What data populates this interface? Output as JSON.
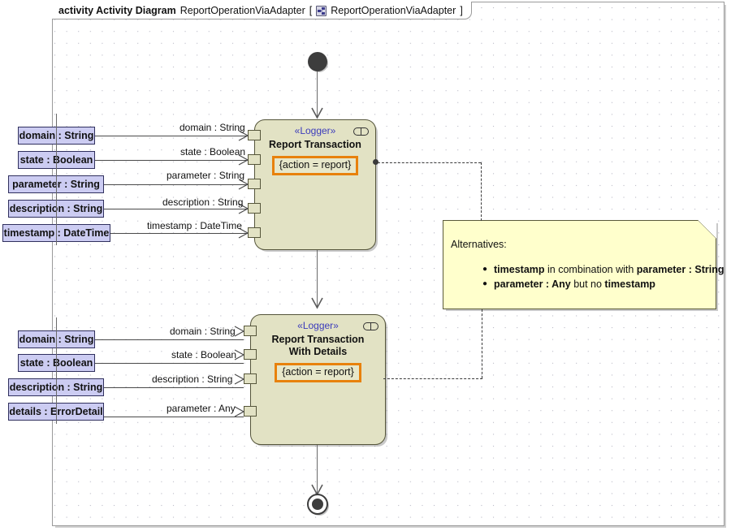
{
  "frame": {
    "keyword": "activity Activity Diagram",
    "name": "ReportOperationViaAdapter",
    "bracket_open": "[",
    "icon": "activity-diagram-icon",
    "qualifier": "ReportOperationViaAdapter",
    "bracket_close": "]"
  },
  "nodes": {
    "initial": "initial-node",
    "final": "final-node",
    "action1": {
      "stereotype": "«Logger»",
      "title": "Report Transaction",
      "tag": "{action = report}",
      "marker": "call-behavior-icon"
    },
    "action2": {
      "stereotype": "«Logger»",
      "title_line1": "Report Transaction",
      "title_line2": "With Details",
      "tag": "{action = report}",
      "marker": "call-behavior-icon"
    }
  },
  "parameters_top": [
    {
      "label": "domain : String",
      "edge": "domain : String"
    },
    {
      "label": "state : Boolean",
      "edge": "state : Boolean"
    },
    {
      "label": "parameter : String",
      "edge": "parameter : String"
    },
    {
      "label": "description : String",
      "edge": "description : String"
    },
    {
      "label": "timestamp : DateTime",
      "edge": "timestamp : DateTime"
    }
  ],
  "parameters_bottom": [
    {
      "label": "domain : String",
      "edge": "domain : String"
    },
    {
      "label": "state : Boolean",
      "edge": "state : Boolean"
    },
    {
      "label": "description : String",
      "edge": "description : String"
    },
    {
      "label": "details : ErrorDetail",
      "edge": "parameter : Any"
    }
  ],
  "note": {
    "title": "Alternatives:",
    "items": [
      {
        "p1": "timestamp",
        "p2": " in combination with ",
        "p3": " parameter : String"
      },
      {
        "p1": "parameter : Any",
        "p2": " but no ",
        "p3": "timestamp"
      }
    ]
  },
  "colors": {
    "action_fill": "#e2e2c4",
    "param_fill": "#ccccf2",
    "note_fill": "#ffffcc",
    "tag_border": "#e8810c",
    "stereotype_text": "#3b3bbb"
  }
}
